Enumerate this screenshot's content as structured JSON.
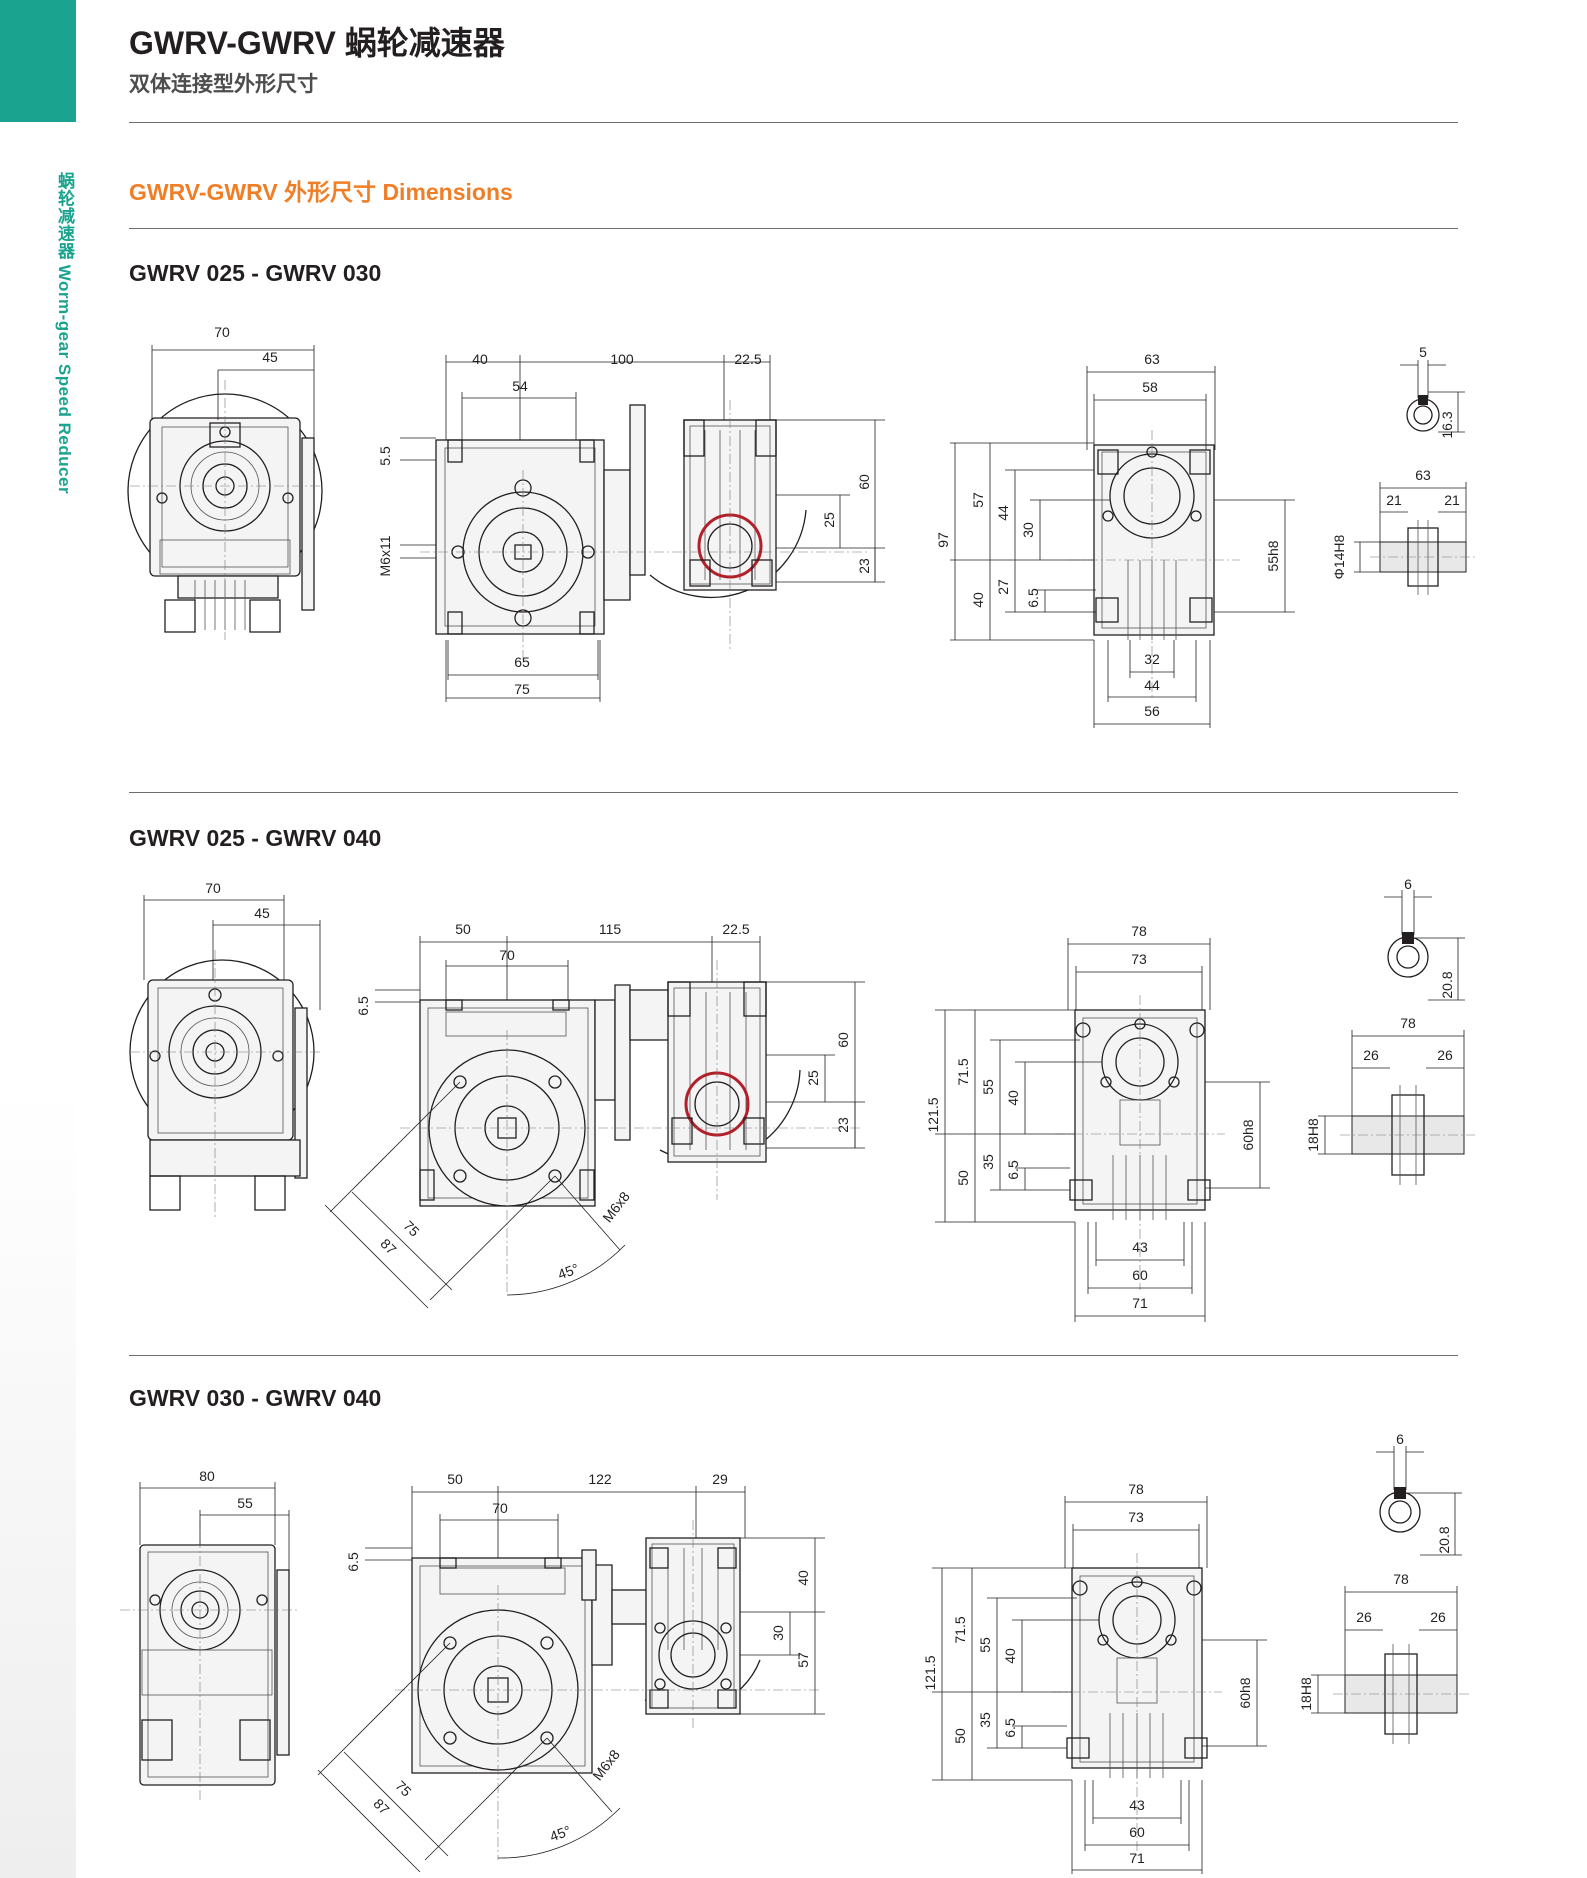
{
  "header": {
    "title": "GWRV-GWRV 蜗轮减速器",
    "subtitle": "双体连接型外形尺寸"
  },
  "sidebar": {
    "label": "蜗轮减速器 Worm-gear Speed Reducer"
  },
  "colors": {
    "accent_green": "#1aa38f",
    "accent_orange": "#f07e26",
    "line": "#231f20"
  },
  "section": {
    "heading": "GWRV-GWRV 外形尺寸 Dimensions"
  },
  "models": [
    {
      "title": "GWRV 025 - GWRV 030",
      "side_view": {
        "dims": [
          "70",
          "45"
        ]
      },
      "front_view": {
        "dims": [
          "40",
          "100",
          "22.5",
          "54",
          "5.5",
          "M6x11",
          "65",
          "75",
          "60",
          "25",
          "23"
        ]
      },
      "end_view": {
        "dims": [
          "63",
          "58",
          "97",
          "57",
          "44",
          "30",
          "40",
          "27",
          "6.5",
          "55h8",
          "32",
          "44",
          "56"
        ]
      },
      "shaft": {
        "dims": [
          "5",
          "16.3",
          "63",
          "21",
          "21",
          "Φ14H8"
        ]
      }
    },
    {
      "title": "GWRV 025 - GWRV 040",
      "side_view": {
        "dims": [
          "70",
          "45"
        ]
      },
      "front_view": {
        "dims": [
          "50",
          "115",
          "22.5",
          "70",
          "6.5",
          "60",
          "25",
          "23",
          "M6x8",
          "75",
          "87",
          "45°"
        ]
      },
      "end_view": {
        "dims": [
          "78",
          "73",
          "121.5",
          "71.5",
          "55",
          "40",
          "50",
          "35",
          "6.5",
          "60h8",
          "43",
          "60",
          "71"
        ]
      },
      "shaft": {
        "dims": [
          "6",
          "20.8",
          "78",
          "26",
          "26",
          "18H8"
        ]
      }
    },
    {
      "title": "GWRV 030 - GWRV 040",
      "side_view": {
        "dims": [
          "80",
          "55"
        ]
      },
      "front_view": {
        "dims": [
          "50",
          "122",
          "29",
          "70",
          "6.5",
          "40",
          "30",
          "57",
          "M6x8",
          "75",
          "87",
          "45°"
        ]
      },
      "end_view": {
        "dims": [
          "78",
          "73",
          "121.5",
          "71.5",
          "55",
          "40",
          "50",
          "35",
          "6.5",
          "60h8",
          "43",
          "60",
          "71"
        ]
      },
      "shaft": {
        "dims": [
          "6",
          "20.8",
          "78",
          "26",
          "26",
          "18H8"
        ]
      }
    }
  ]
}
